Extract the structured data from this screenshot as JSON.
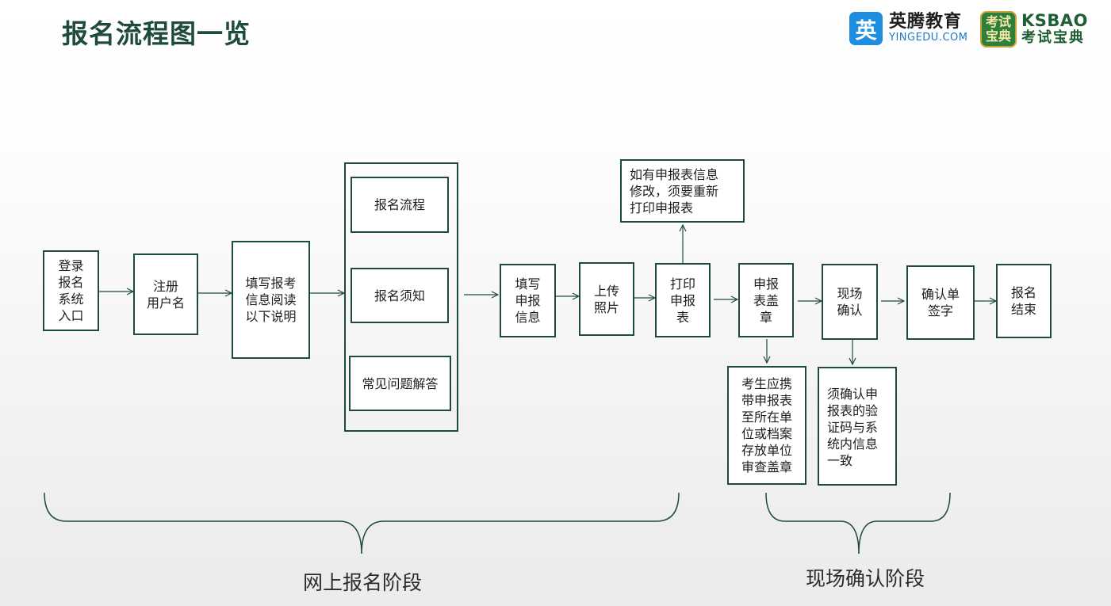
{
  "title": "报名流程图一览",
  "logos": {
    "yingedu_badge": "英",
    "yingedu_cn": "英腾教育",
    "yingedu_en": "YINGEDU.COM",
    "ksbao_seal": "考试宝典",
    "ksbao_en": "KSBAO",
    "ksbao_cn": "考试宝典"
  },
  "steps": {
    "login": "登录\n报名\n系统\n入口",
    "register": "注册\n用户名",
    "read": "填写报考\n信息阅读\n以下说明",
    "doc_process": "报名流程",
    "doc_notice": "报名须知",
    "doc_faq": "常见问题解答",
    "fill_info": "填写\n申报\n信息",
    "upload_photo": "上传\n照片",
    "print_form": "打印\n申报\n表",
    "stamp_form": "申报\n表盖\n章",
    "onsite_confirm": "现场\n确认",
    "confirm_sign": "确认单\n签字",
    "finish": "报名\n结束"
  },
  "notes": {
    "reprint": "如有申报表信息\n修改，须要重新\n打印申报表",
    "stamp_detail": "考生应携\n带申报表\n至所在单\n位或档案\n存放单位\n审查盖章",
    "verify_detail": "须确认申\n报表的验\n证码与系\n统内信息\n一致"
  },
  "stages": {
    "online": "网上报名阶段",
    "onsite": "现场确认阶段"
  },
  "colors": {
    "border": "#1f4b3a",
    "title": "#1f4b3a",
    "yingedu_blue": "#1e8ee0",
    "ksbao_green": "#2f7f3c"
  }
}
